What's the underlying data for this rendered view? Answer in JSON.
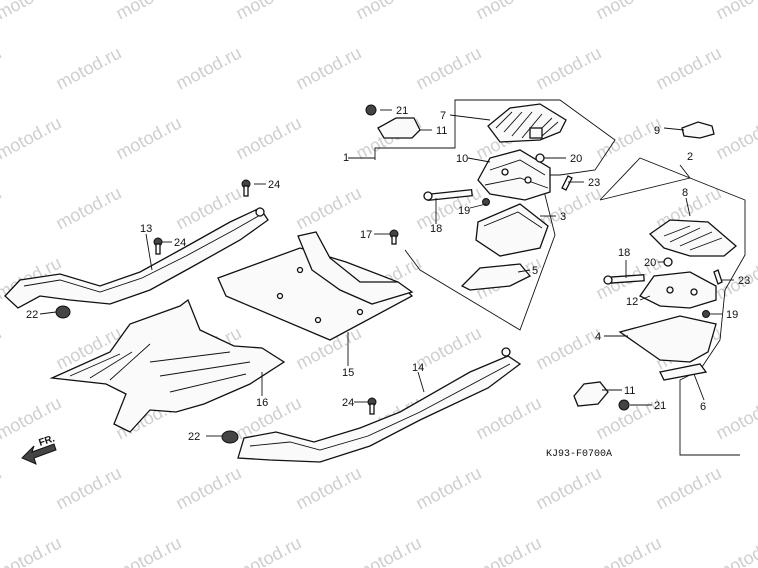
{
  "watermark": "motod.ru",
  "code": "KJ93-F0700A",
  "front_label": "FR.",
  "callouts": [
    "1",
    "2",
    "3",
    "4",
    "5",
    "6",
    "7",
    "8",
    "9",
    "10",
    "11",
    "12",
    "13",
    "14",
    "15",
    "16",
    "17",
    "18",
    "19",
    "20",
    "21",
    "22",
    "23",
    "24"
  ]
}
